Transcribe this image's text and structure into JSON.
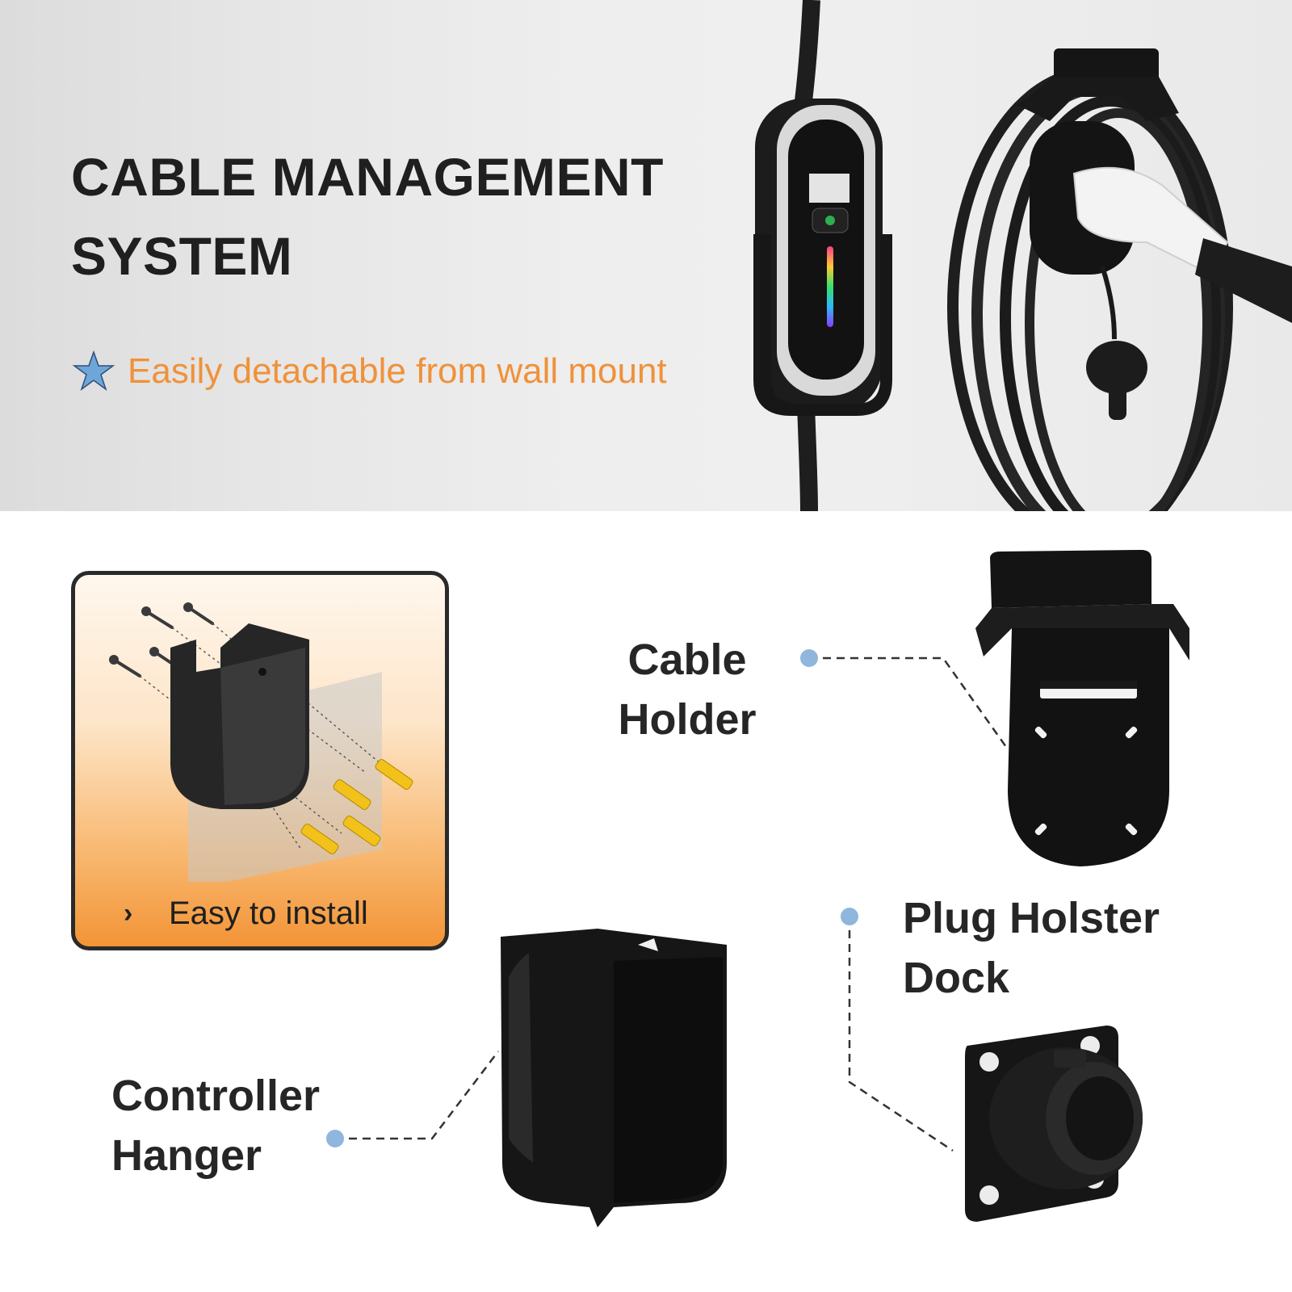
{
  "hero": {
    "title_line1": "CABLE MANAGEMENT",
    "title_line2": "SYSTEM",
    "tagline": "Easily detachable from wall mount",
    "tagline_icon": "star-icon",
    "accent_color": "#f0913a",
    "star_color": "#6fa6d9"
  },
  "install_card": {
    "label": "Easy to install",
    "chevron": "›",
    "chevron_icon": "chevron-right-icon"
  },
  "parts": {
    "cable_holder": {
      "line1": "Cable",
      "line2": "Holder"
    },
    "plug_holster": {
      "line1": "Plug Holster",
      "line2": "Dock"
    },
    "controller_hanger": {
      "line1": "Controller",
      "line2": "Hanger"
    }
  },
  "callout_dot_color": "#8fb6dd"
}
